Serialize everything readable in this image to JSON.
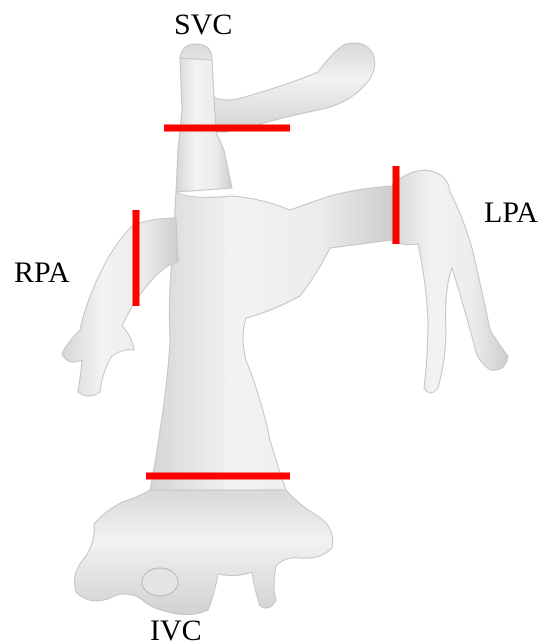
{
  "labels": {
    "svc": "SVC",
    "lpa": "LPA",
    "rpa": "RPA",
    "ivc": "IVC"
  },
  "colors": {
    "background": "#ffffff",
    "vessel_fill": "#ececec",
    "vessel_shadow": "#cfcfcf",
    "vessel_highlight": "#f7f7f7",
    "cut_plane": "#ff0000",
    "text": "#000000"
  }
}
